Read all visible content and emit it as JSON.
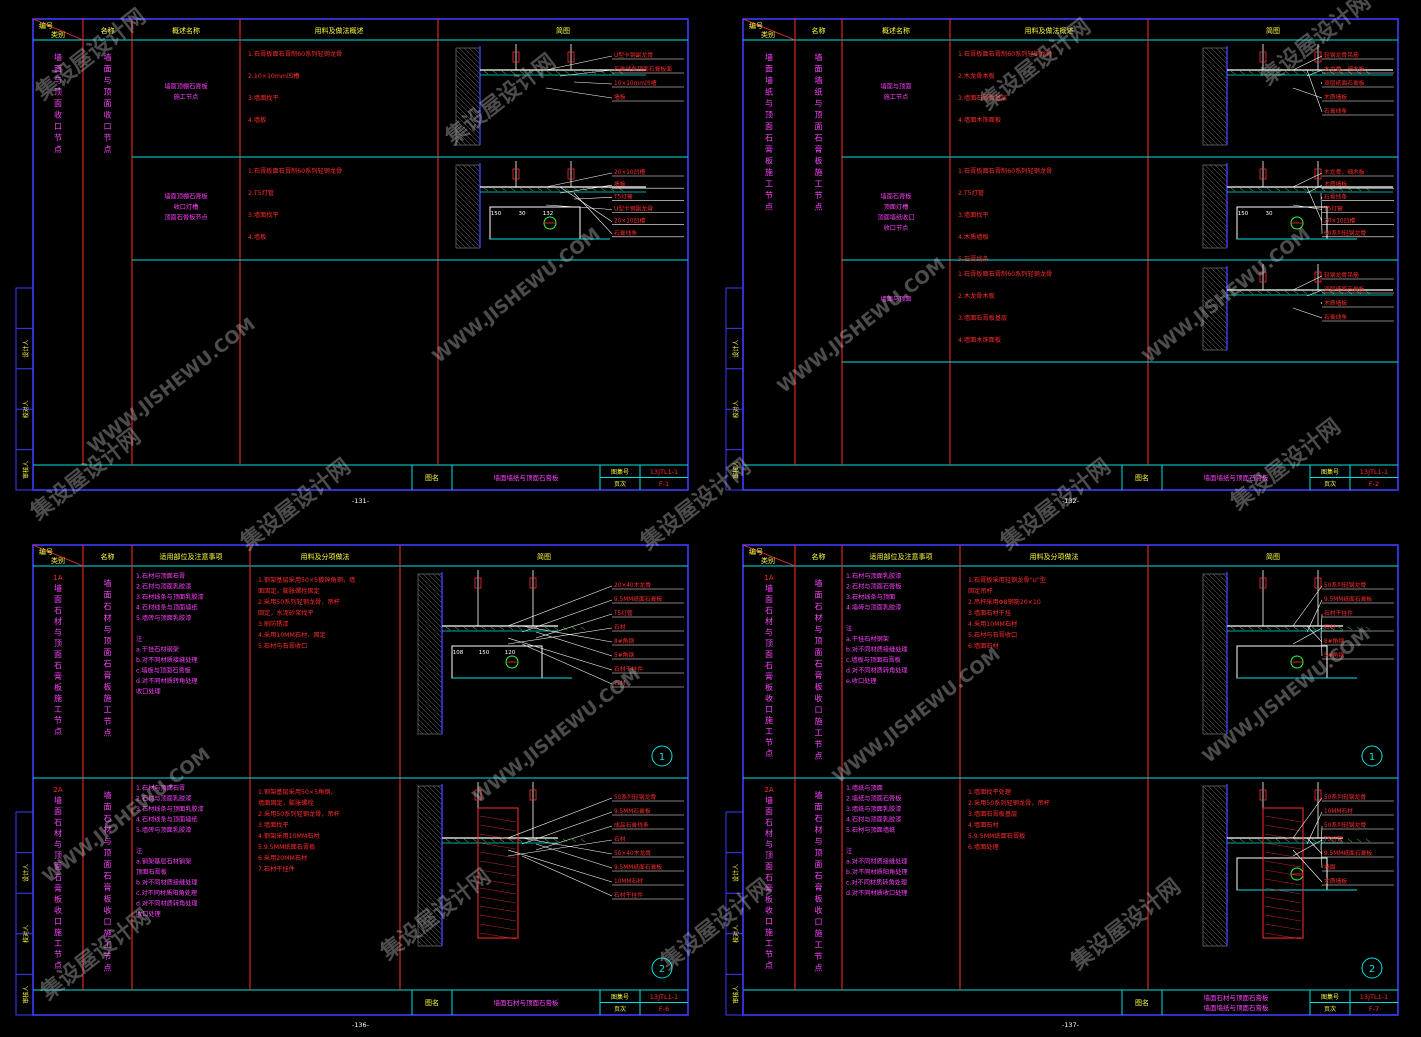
{
  "pages": [
    {
      "page_label": "-131-",
      "header": {
        "no": "编号",
        "type": "类别",
        "name": "名称",
        "desc": "概述名称",
        "material": "用料及做法概述",
        "diagram": "简图"
      },
      "side_stamps": [
        "设计人",
        "校对人",
        "审核人"
      ],
      "rows": [
        {
          "code": "",
          "name": "墙面与顶面收口节点",
          "desc": [
            "墙面顶棚石膏板",
            "施工节点"
          ],
          "materials": [
            "1.石膏板面石膏制60系列轻钢龙骨",
            "2.10×10mm凹槽",
            "3.墙面找平",
            "4.墙板"
          ],
          "callouts": [
            "U型卡钢副龙骨",
            "石膏线条顶面石膏板面",
            "10×10mm凹槽",
            "墙板"
          ]
        },
        {
          "code": "",
          "name": "",
          "desc": [
            "墙面顶棚石膏板",
            "收口灯槽",
            "顶面石膏板节点"
          ],
          "materials": [
            "1.石膏板面石膏制60系列轻钢龙骨",
            "2.T5灯管",
            "3.墙面找平",
            "4.墙板"
          ],
          "callouts": [
            "20×10凹槽",
            "墙板",
            "T5灯管",
            "U型卡钢副龙骨",
            "20×10凹槽",
            "石膏线条"
          ],
          "dims": [
            "150",
            "30",
            "132"
          ]
        }
      ],
      "footer": {
        "fig_label": "图名",
        "fig_name": "墙面墙纸与顶面石膏板",
        "set_label": "图集号",
        "set_no": "13JTL1-1",
        "page_label": "页次",
        "page_no": "F-1"
      }
    },
    {
      "page_label": "-132-",
      "header": {
        "no": "编号",
        "type": "类别",
        "name": "名称",
        "desc": "概述名称",
        "material": "用料及做法概述",
        "diagram": "简图"
      },
      "side_stamps": [
        "设计人",
        "校对人",
        "审核人"
      ],
      "rows": [
        {
          "name": "墙面墙纸与顶面石膏板施工节点",
          "desc": [
            "墙面与顶面",
            "施工节点"
          ],
          "materials": [
            "1.石膏板面石膏制60系列轻钢龙骨",
            "2.木龙骨木板",
            "3.墙面石膏板基层",
            "4.墙面木饰面板"
          ],
          "callouts": [
            "轻钢龙骨吊筋",
            "木龙骨，细木板",
            "双层纸面石膏板",
            "木质墙板",
            "石膏线条"
          ]
        },
        {
          "desc": [
            "墙面石膏板",
            "顶面灯槽",
            "顶面墙纸收口",
            "收口节点"
          ],
          "materials": [
            "1.石膏板面石膏制60系列轻钢龙骨",
            "2.T5灯管",
            "3.墙面找平",
            "4.木质墙板",
            "5.石膏线条"
          ],
          "callouts": [
            "木龙骨，细木板",
            "木质墙板",
            "石膏线条",
            "T5灯管",
            "20×10凹槽",
            "60系列轻钢龙骨"
          ],
          "dims": [
            "150",
            "30"
          ]
        },
        {
          "desc": [
            "墙面与顶面"
          ],
          "materials": [
            "1.石膏板面石膏制60系列轻钢龙骨",
            "2.木龙骨木板",
            "3.墙面石膏板基层",
            "4.墙面木饰面板"
          ],
          "callouts": [
            "轻钢龙骨吊筋",
            "双层纸面石膏板",
            "木质墙板",
            "石膏线条"
          ]
        }
      ],
      "footer": {
        "fig_label": "图名",
        "fig_name": "墙面墙纸与顶面石膏板",
        "set_label": "图集号",
        "set_no": "13JTL1-1",
        "page_label": "页次",
        "page_no": "F-2"
      }
    },
    {
      "page_label": "-136-",
      "header": {
        "no": "编号",
        "type": "类别",
        "name": "名称",
        "desc": "适用部位及注意事项",
        "material": "用料及分项做法",
        "diagram": "简图"
      },
      "side_stamps": [
        "设计人",
        "校对人",
        "审核人"
      ],
      "rows": [
        {
          "code": "1A",
          "name": "墙面石材与顶面石膏板施工节点",
          "desc": [
            "1.石材与顶面石膏",
            "2.石材与顶面乳胶漆",
            "3.石材线条与顶面乳胶漆",
            "4.石材线条与顶面墙纸",
            "5.墙砖与顶面乳胶漆",
            "",
            "注",
            "a.干挂石材钢架",
            "b.对不同材质接缝处理",
            "c.墙板与顶面石膏板",
            "d.对不同材质转角处理",
            "  收口处理"
          ],
          "materials": [
            "1.钢架基层采用50×5镀锌角钢，墙",
            "面固定，膨胀螺栓固定",
            "2.采用50系列轻钢龙骨，吊杆",
            "固定，水泥砂浆找平",
            "3.刷防锈漆",
            "4.采用10MM石材，固定",
            "5.石材与石膏收口"
          ],
          "callouts": [
            "20×40木龙骨",
            "9.5MM纸面石膏板",
            "T5灯管",
            "石材",
            "8#角钢",
            "5#角钢",
            "石材干挂件",
            "石材"
          ],
          "dims": [
            "108",
            "150",
            "120"
          ],
          "circle": "1"
        },
        {
          "code": "2A",
          "name": "墙面石材与顶面石膏板收口施工节点",
          "desc": [
            "1.石材与顶面石膏",
            "2.石材与顶面乳胶漆",
            "3.石材线条与顶面乳胶漆",
            "4.石材线条与顶面墙纸",
            "5.墙砖与顶面乳胶漆",
            "",
            "注",
            "a.钢架基层石材钢架",
            "  顶面石膏板",
            "b.对不同材质接缝处理",
            "c.对不同材质阳角处理",
            "d.对不同材质转角处理",
            "  收口处理"
          ],
          "materials": [
            "1.钢架基层采用50×5角钢，",
            "墙面固定，膨胀螺栓",
            "2.采用50系列轻钢龙骨，吊杆",
            "3.墙面找平",
            "4.钢架采用10MM石材",
            "5.9.5MM纸面石膏板",
            "6.采用20MM石材",
            "7.石材干挂件"
          ],
          "callouts": [
            "50系列轻钢龙骨",
            "9.5MM石膏板",
            "成品石膏线条",
            "石材",
            "50×40木龙骨",
            "9.5MM纸面石膏板",
            "10MM石材",
            "石材干挂件"
          ],
          "circle": "2"
        }
      ],
      "footer": {
        "fig_label": "图名",
        "fig_name": "墙面石材与顶面石膏板",
        "set_label": "图集号",
        "set_no": "13JTL1-1",
        "page_label": "页次",
        "page_no": "F-6"
      }
    },
    {
      "page_label": "-137-",
      "header": {
        "no": "编号",
        "type": "类别",
        "name": "名称",
        "desc": "适用部位及注意事项",
        "material": "用料及分项做法",
        "diagram": "简图"
      },
      "side_stamps": [
        "设计人",
        "校对人",
        "审核人"
      ],
      "rows": [
        {
          "code": "1A",
          "name": "墙面石材与顶面石膏板收口施工节点",
          "desc": [
            "1.石材与顶面乳胶漆",
            "2.石材与顶面石膏板",
            "3.石材线条与顶面",
            "4.墙砖与顶面乳胶漆",
            "",
            "注",
            "a.干挂石材钢架",
            "b.对不同材质接缝处理",
            "c.墙板与顶面石膏板",
            "d.对不同材质转角处理",
            "e.收口处理"
          ],
          "materials": [
            "1.石膏板采用轻钢龙骨\"U\"型",
            "固定吊杆",
            "2.吊杆采用Φ8钢筋20×10",
            "3.墙面石材干挂",
            "4.采用10MM石材",
            "5.石材与石膏收口",
            "6.墙面石材"
          ],
          "callouts": [
            "50系列轻钢龙骨",
            "9.5MM纸面石膏板",
            "石材干挂件",
            "石材",
            "8#角钢",
            "5#角钢"
          ],
          "circle": "1"
        },
        {
          "code": "2A",
          "name": "墙面石材与顶面石膏板收口施工节点",
          "desc": [
            "1.墙纸与顶面",
            "2.墙纸与顶面石膏板",
            "3.墙纸与顶面乳胶漆",
            "4.石材与顶面乳胶漆",
            "5.石材与顶面墙纸",
            "",
            "注",
            "a.对不同材质接缝处理",
            "b.对不同材质阳角处理",
            "c.对不同材质转角处理",
            "d.对不同材质收口处理"
          ],
          "materials": [
            "1.墙面找平处理",
            "2.采用50系列轻钢龙骨，吊杆",
            "3.墙面石膏板基层",
            "4.墙面石材",
            "5.9.5MM纸面石膏板",
            "6.墙面处理"
          ],
          "callouts": [
            "50系列轻钢龙骨",
            "10MM石材",
            "50系列轻钢龙骨",
            "T5灯管",
            "9.5MM纸面石膏板",
            "墙面",
            "木质墙板"
          ],
          "circle": "2"
        }
      ],
      "footer": {
        "fig_label": "图名",
        "fig_name": "墙面石材与顶面石膏板",
        "fig_name2": "墙面墙纸与顶面石膏板",
        "set_label": "图集号",
        "set_no": "13JTL1-1",
        "page_label": "页次",
        "page_no": "F-7"
      }
    }
  ],
  "watermark": {
    "cn": "集设屋设计网",
    "en": "WWW.JISHEWU.COM"
  },
  "colors": {
    "background": "#000000",
    "frame_blue": "#3c3cff",
    "cyan": "#00e0e0",
    "red": "#ff2d2d",
    "white": "#ffffff",
    "magenta": "#ff40ff",
    "green": "#30ff30",
    "yellow": "#ffff40"
  }
}
